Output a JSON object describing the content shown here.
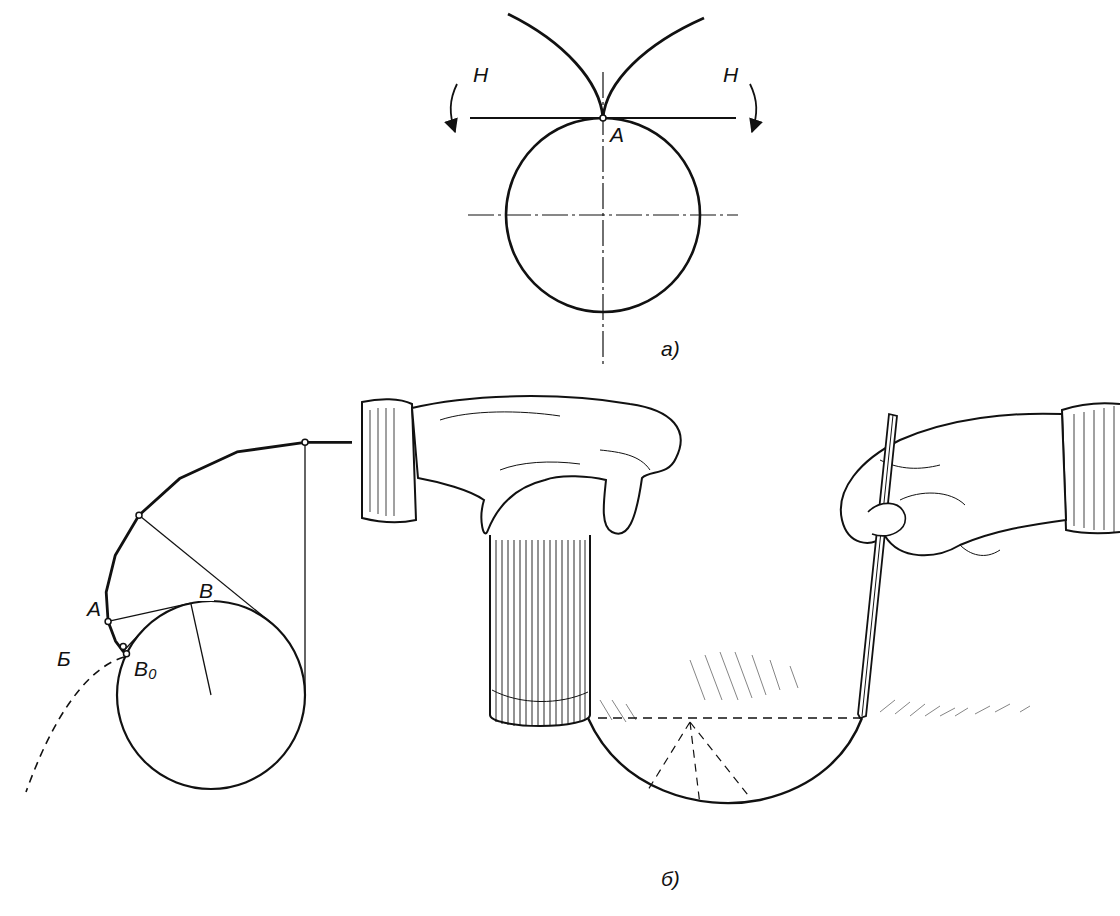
{
  "diagram": {
    "labels": [
      "Н",
      "Н",
      "А",
      "а)",
      "Б",
      "А",
      "В",
      "В₀",
      "б)"
    ]
  }
}
